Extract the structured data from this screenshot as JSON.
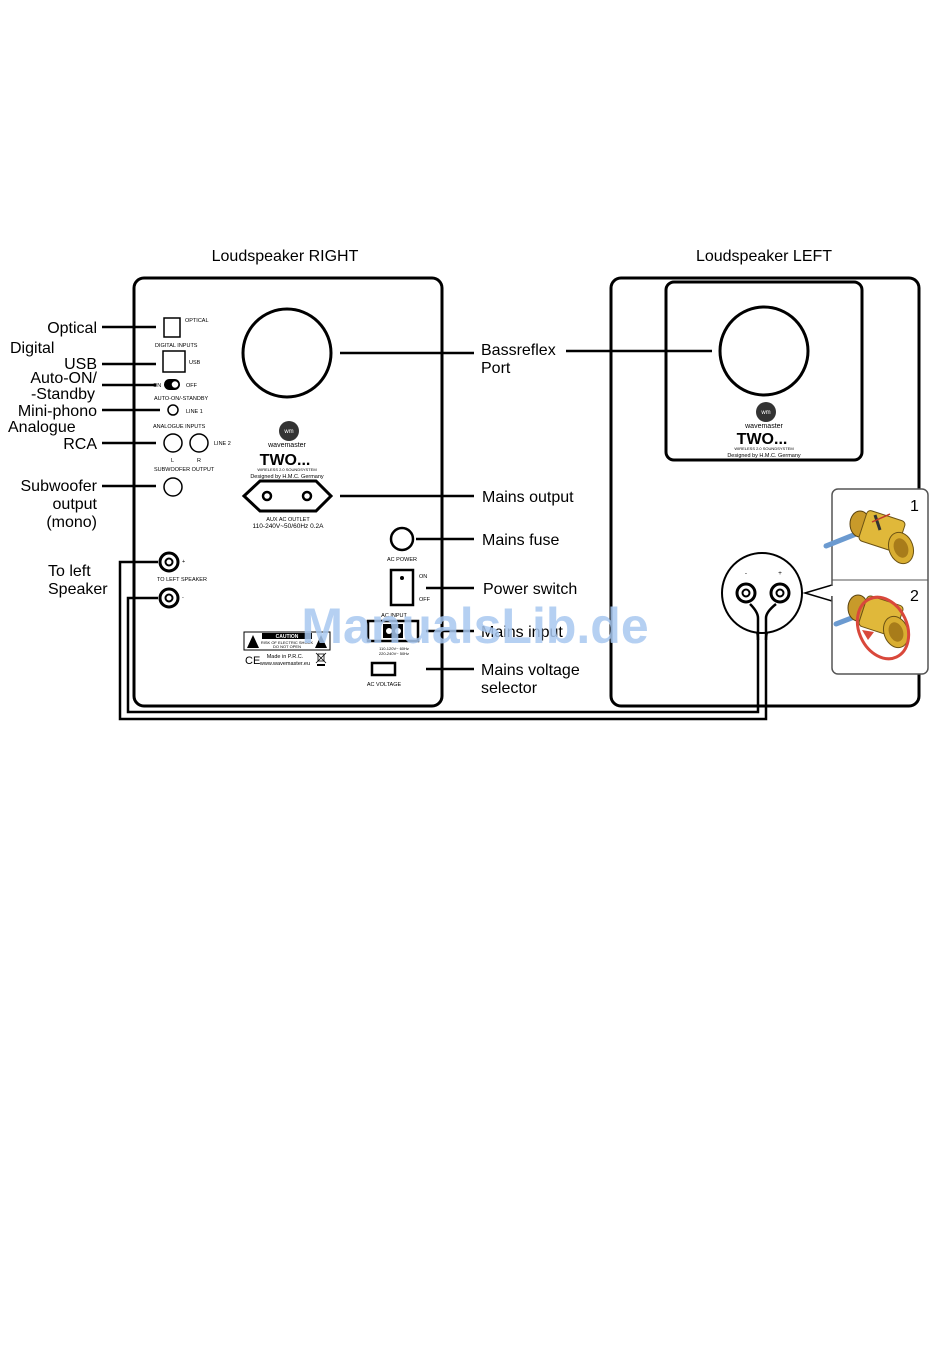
{
  "titles": {
    "right": "Loudspeaker RIGHT",
    "left": "Loudspeaker LEFT"
  },
  "left_callouts": {
    "optical": "Optical",
    "digital": "Digital",
    "usb": "USB",
    "auto_on_1": "Auto-ON/",
    "auto_on_2": "-Standby",
    "mini_phono": "Mini-phono",
    "analogue": "Analogue",
    "rca": "RCA",
    "subwoofer_1": "Subwoofer",
    "subwoofer_2": "output",
    "subwoofer_3": "(mono)",
    "to_left_1": "To left",
    "to_left_2": "Speaker"
  },
  "right_callouts": {
    "bassreflex_1": "Bassreflex",
    "bassreflex_2": "Port",
    "mains_output": "Mains output",
    "mains_fuse": "Mains fuse",
    "power_switch": "Power switch",
    "mains_input": "Mains input",
    "mains_voltage_1": "Mains voltage",
    "mains_voltage_2": "selector"
  },
  "panel": {
    "optical": "OPTICAL",
    "digital_inputs": "DIGITAL INPUTS",
    "usb": "USB",
    "on": "ON",
    "off": "OFF",
    "auto_standby": "AUTO-ON/-STANDBY",
    "line1": "LINE 1",
    "analogue_inputs": "ANALOGUE INPUTS",
    "line2": "LINE 2",
    "l": "L",
    "r": "R",
    "subwoofer_output": "SUBWOOFER OUTPUT",
    "to_left_speaker": "TO LEFT SPEAKER",
    "plus": "+",
    "minus": "-",
    "aux_outlet": "AUX AC OUTLET",
    "aux_rating": "110-240V~50/60Hz 0.2A",
    "ac_power": "AC POWER",
    "switch_on": "ON",
    "switch_off": "OFF",
    "ac_input": "AC INPUT",
    "voltage_rating_1": "110-120V~ 60Hz",
    "voltage_rating_2": "220-240V~ 50Hz",
    "ac_voltage": "AC VOLTAGE",
    "caution": "CAUTION",
    "caution_sub_1": "RISK OF ELECTRIC SHOCK",
    "caution_sub_2": "DO NOT OPEN",
    "ce": "CE",
    "made_in": "Made in P.R.C.",
    "website": "www.wavemaster.eu"
  },
  "brand": {
    "logo_text": "wm",
    "name": "wavemaster",
    "model": "TWO...",
    "subtitle": "WIRELESS 2.0 SOUNDSYSTEM",
    "designed_by": "Designed by H.M.C. Germany"
  },
  "terminal": {
    "minus": "-",
    "plus": "+",
    "step1": "1",
    "step2": "2"
  },
  "watermark": "ManualsLib.de"
}
